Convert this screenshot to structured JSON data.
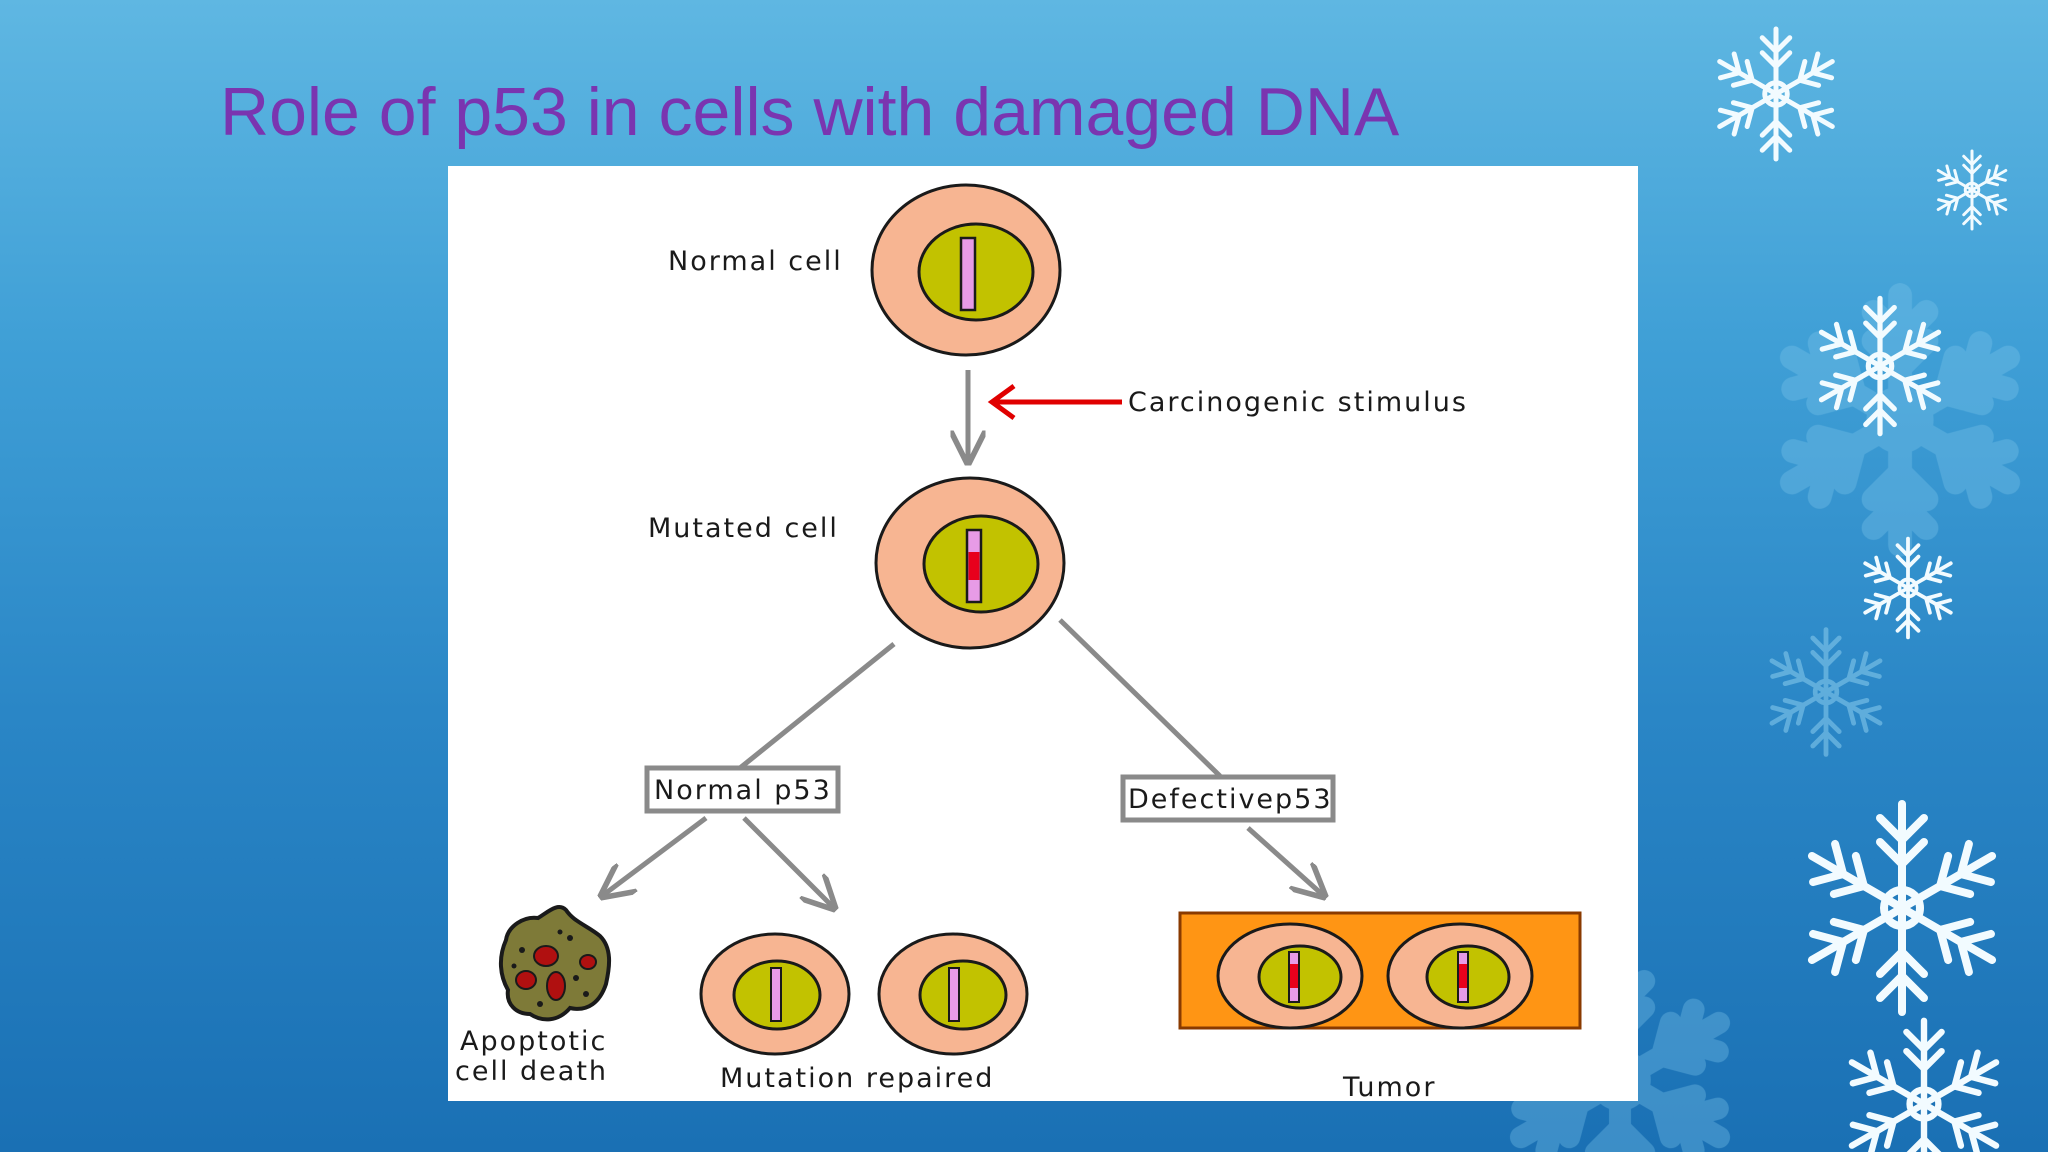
{
  "title": "Role of p53 in cells with damaged DNA",
  "diagram": {
    "normal_cell": "Normal cell",
    "stimulus": "Carcinogenic stimulus",
    "mutated_cell": "Mutated cell",
    "normal_p53": "Normal p53",
    "defective_p53": "Defectivep53",
    "apoptotic_line1": "Apoptotic",
    "apoptotic_line2": "cell death",
    "mutation_repaired": "Mutation repaired",
    "tumor": "Tumor"
  },
  "colors": {
    "background_top": "#5fb7e2",
    "background_bottom": "#1a70b4",
    "title": "#7a35b0",
    "cell_cytoplasm": "#f7b592",
    "cell_nucleus": "#c2c200",
    "chromosome": "#e79be6",
    "mutation": "#e8001c",
    "stimulus_arrow": "#e00000",
    "flow_arrow": "#8a8a8a",
    "tumor_box": "#ff9514",
    "apoptotic_body": "#7e7a38"
  },
  "icons": [
    "snowflake-icon"
  ]
}
